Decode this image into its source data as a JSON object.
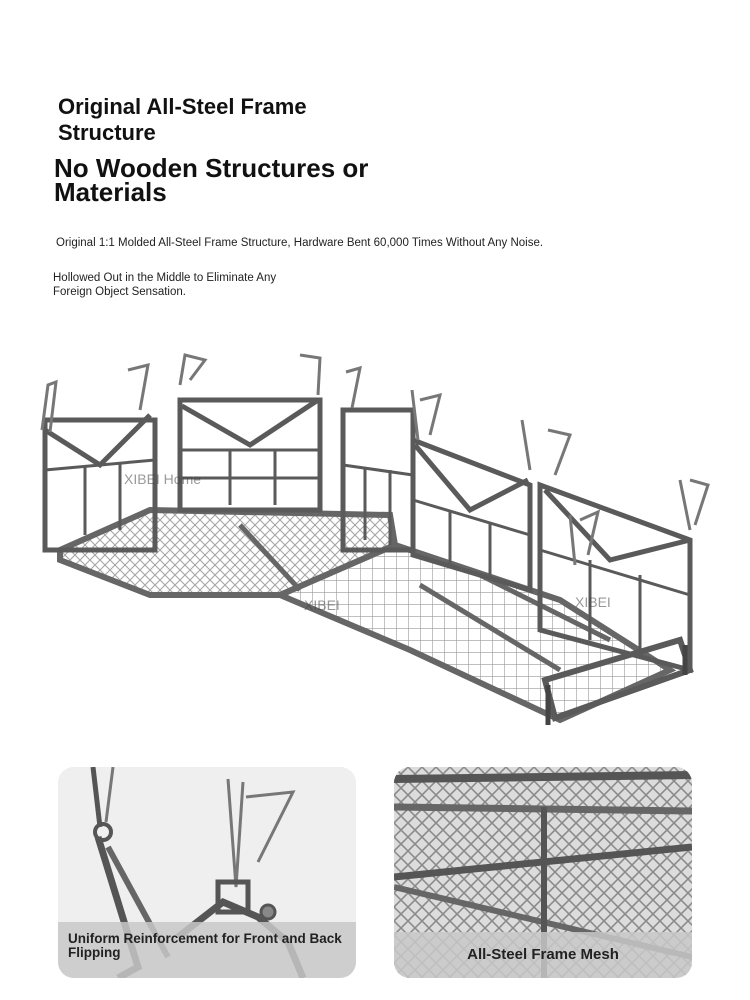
{
  "headline": {
    "title_line": "Original All-Steel Frame Structure",
    "subtitle": "No Wooden Structures or Materials"
  },
  "descriptions": {
    "frame": "Original 1:1 Molded All-Steel Frame Structure, Hardware Bent 60,000 Times Without Any Noise.",
    "hollow": "Hollowed Out in the Middle to Eliminate Any Foreign Object Sensation."
  },
  "watermarks": {
    "left": "XIBEI Home",
    "center": "XIBEI",
    "right": "XIBEI"
  },
  "cards": [
    {
      "caption": "Uniform Reinforcement for Front and Back Flipping"
    },
    {
      "caption": "All-Steel Frame Mesh"
    }
  ],
  "colors": {
    "steel": "#6e6e6e",
    "steel_dark": "#4a4a4a",
    "mesh": "#9a9a9a",
    "caption_bg": "#c8c8c8"
  }
}
